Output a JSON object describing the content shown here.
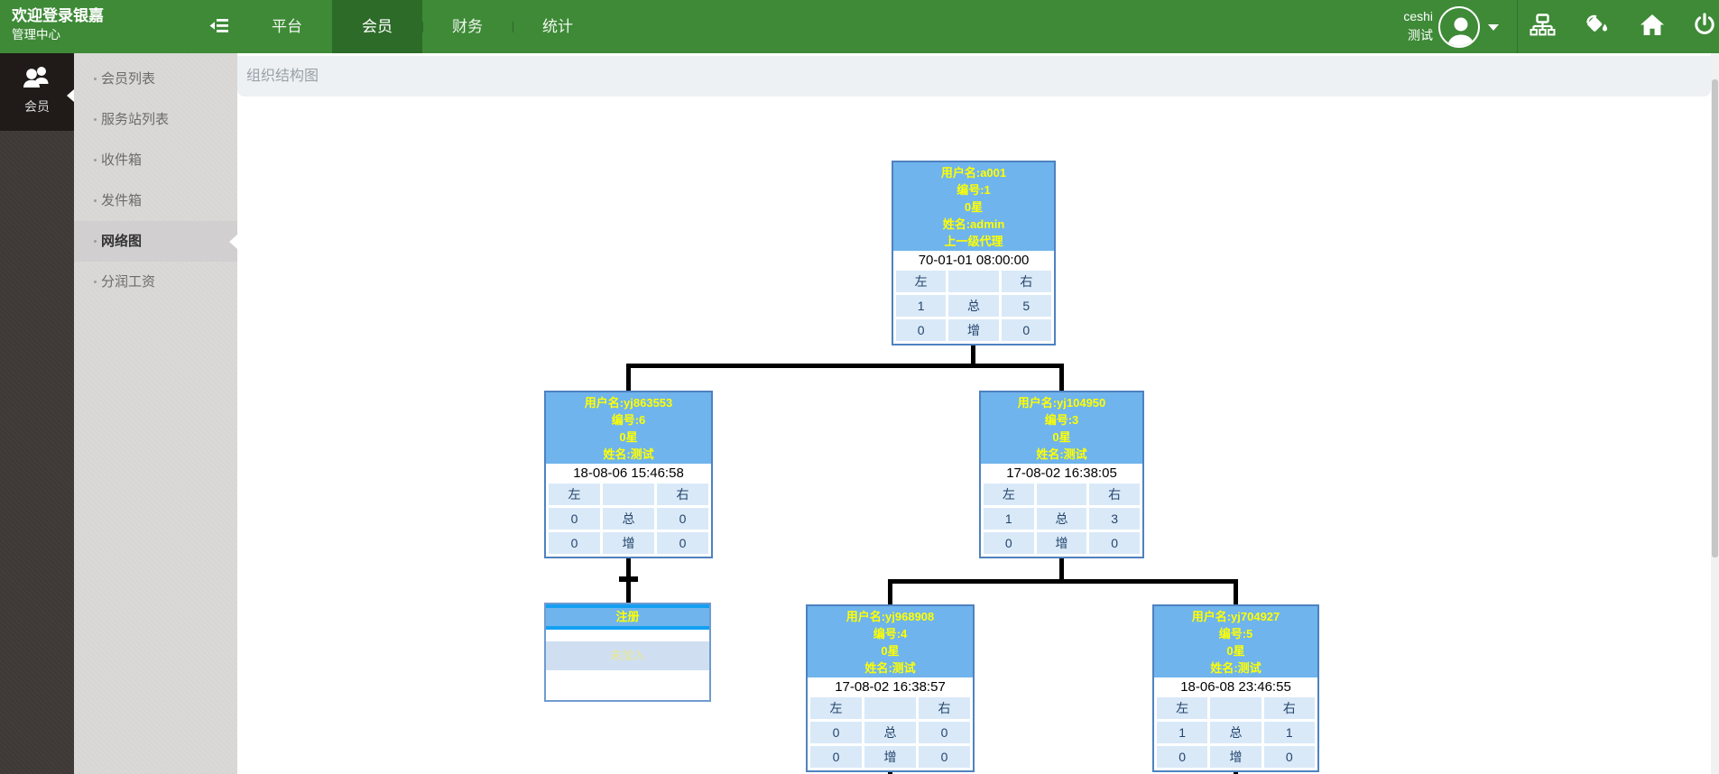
{
  "topbar": {
    "brand": {
      "title": "欢迎登录银嘉",
      "subtitle": "管理中心"
    },
    "nav_items": [
      {
        "label": "平台"
      },
      {
        "label": "会员"
      },
      {
        "label": "财务"
      },
      {
        "label": "统计"
      }
    ],
    "active_nav": "会员",
    "user": {
      "name": "ceshi",
      "display_name": "测试"
    },
    "icon_buttons": [
      {
        "icon": "sitemap-icon"
      },
      {
        "icon": "paint-bucket-icon"
      },
      {
        "icon": "home-icon"
      },
      {
        "icon": "power-icon"
      }
    ]
  },
  "sidebar": {
    "module": {
      "label": "会员",
      "icon": "members-icon"
    },
    "items": [
      {
        "label": "会员列表"
      },
      {
        "label": "服务站列表"
      },
      {
        "label": "收件箱"
      },
      {
        "label": "发件箱"
      },
      {
        "label": "网络图"
      },
      {
        "label": "分润工资"
      }
    ],
    "active_item": "网络图"
  },
  "content": {
    "title": "组织结构图"
  },
  "tree": {
    "nodes": [
      {
        "username": "用户名:a001",
        "number": "编号:1",
        "star": "0星",
        "name": "姓名:admin",
        "parent_link": "上一级代理",
        "date": "70-01-01 08:00:00",
        "cells": [
          [
            "左",
            "",
            "右"
          ],
          [
            "1",
            "总",
            "5"
          ],
          [
            "0",
            "增",
            "0"
          ]
        ]
      },
      {
        "username": "用户名:yj863553",
        "number": "编号:6",
        "star": "0星",
        "name": "姓名:测试",
        "date": "18-08-06 15:46:58",
        "cells": [
          [
            "左",
            "",
            "右"
          ],
          [
            "0",
            "总",
            "0"
          ],
          [
            "0",
            "增",
            "0"
          ]
        ]
      },
      {
        "username": "用户名:yj104950",
        "number": "编号:3",
        "star": "0星",
        "name": "姓名:测试",
        "date": "17-08-02 16:38:05",
        "cells": [
          [
            "左",
            "",
            "右"
          ],
          [
            "1",
            "总",
            "3"
          ],
          [
            "0",
            "增",
            "0"
          ]
        ]
      },
      {
        "username": "用户名:yj968908",
        "number": "编号:4",
        "star": "0星",
        "name": "姓名:测试",
        "date": "17-08-02 16:38:57",
        "cells": [
          [
            "左",
            "",
            "右"
          ],
          [
            "0",
            "总",
            "0"
          ],
          [
            "0",
            "增",
            "0"
          ]
        ]
      },
      {
        "username": "用户名:yj704927",
        "number": "编号:5",
        "star": "0星",
        "name": "姓名:测试",
        "date": "18-06-08 23:46:55",
        "cells": [
          [
            "左",
            "",
            "右"
          ],
          [
            "1",
            "总",
            "1"
          ],
          [
            "0",
            "增",
            "0"
          ]
        ]
      }
    ],
    "register_node": {
      "label": "注册",
      "status": "未加入"
    }
  },
  "colors": {
    "topbar_green": "#3e8a37",
    "topbar_active_green": "#2d6b28",
    "node_border_blue": "#4e82c0",
    "node_header_blue": "#6fb4ec",
    "node_text_yellow": "#ffff00",
    "node_cell_blue": "#d9e9f8",
    "register_strip_blue": "#14a0f2",
    "connector_black": "#000000"
  }
}
